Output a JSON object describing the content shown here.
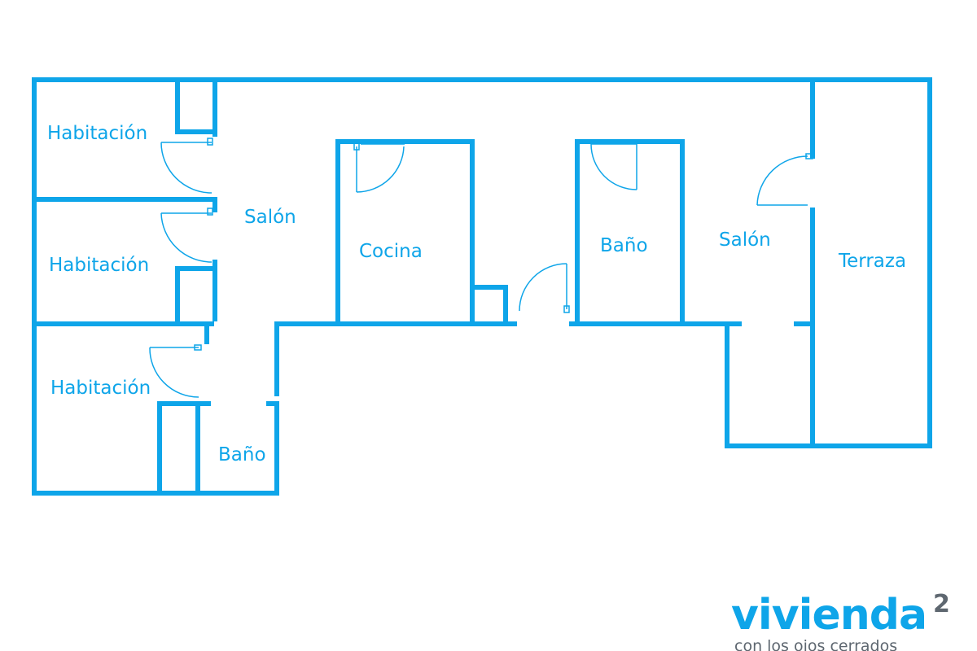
{
  "colors": {
    "wall": "#0ea5e9",
    "brand_blue": "#0ea5e9",
    "brand_gray": "#5e6770",
    "background": "#ffffff"
  },
  "rooms": [
    {
      "id": "habitacion-1",
      "label": "Habitación"
    },
    {
      "id": "habitacion-2",
      "label": "Habitación"
    },
    {
      "id": "habitacion-3",
      "label": "Habitación"
    },
    {
      "id": "salon-1",
      "label": "Salón"
    },
    {
      "id": "cocina",
      "label": "Cocina"
    },
    {
      "id": "bano-1",
      "label": "Baño"
    },
    {
      "id": "salon-2",
      "label": "Salón"
    },
    {
      "id": "terraza",
      "label": "Terraza"
    },
    {
      "id": "bano-2",
      "label": "Baño"
    }
  ],
  "brand": {
    "name": "vivienda",
    "superscript": "2",
    "tagline": "con los ojos cerrados"
  }
}
